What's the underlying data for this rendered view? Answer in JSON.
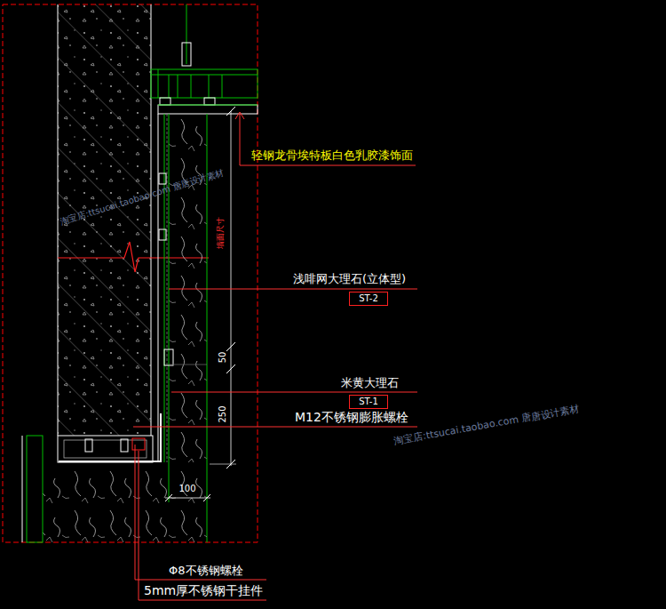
{
  "diagram": {
    "nodes": [
      {
        "text": [
          "ST-2"
        ]
      },
      {
        "text": [
          "ST-1"
        ]
      }
    ],
    "labels": [
      "轻钢龙骨埃特板白色乳胶漆饰面",
      "墙面尺寸",
      "浅啡网大理石(立体型)",
      "50",
      "米黄大理石",
      "250",
      "M12不锈钢膨胀螺栓",
      "100",
      "Φ8不锈钢螺栓",
      "5mm厚不锈钢干挂件",
      "淘宝店:ttsucai.taobao.com 唐唐设计素材",
      "淘宝店:ttsucai.taobao.com 唐唐设计素材"
    ]
  }
}
